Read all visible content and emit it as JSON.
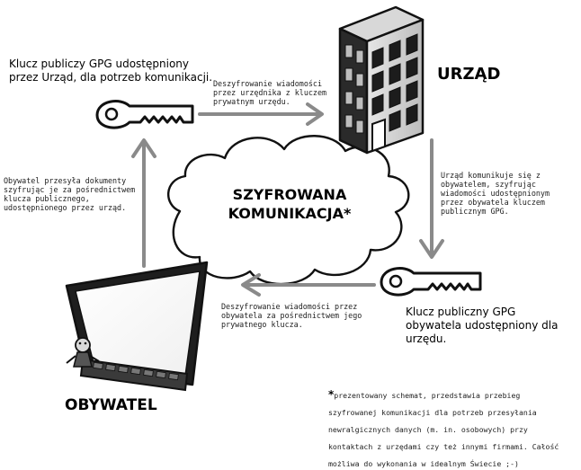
{
  "diagram": {
    "top_left_key_caption": "Klucz publiczy GPG udostępniony przez Urząd, dla potrzeb komunikacji.",
    "urzad_label": "URZĄD",
    "arrow_to_urzad_caption": "Deszyfrowanie wiadomości przez urzędnika z kluczem prywatnym urzędu.",
    "left_caption": "Obywatel przesyła dokumenty szyfrując je za pośrednictwem klucza publicznego, udostępnionego przez urząd.",
    "cloud_label": "SZYFROWANA KOMUNIKACJA*",
    "right_caption": "Urząd komunikuje się z obywatelem, szyfrując wiadomości udostępnionym przez obywatela kluczem publicznym GPG.",
    "bottom_arrow_caption": "Deszyfrowanie wiadomości przez obywatela za pośrednictwem jego prywatnego klucza.",
    "bottom_right_key_caption": "Klucz publiczny GPG obywatela udostępniony dla urzędu.",
    "obywatel_label": "OBYWATEL",
    "footnote_asterisk": "*",
    "footnote": "prezentowany schemat, przedstawia przebieg szyfrowanej komunikacji dla potrzeb przesyłania newralgicznych danych (m. in. osobowych) przy kontaktach z urzędami czy też innymi firmami. Całość możliwa do wykonania w idealnym Świecie ;-)"
  },
  "colors": {
    "outline": "#111111",
    "arrow_gray": "#8a8a8a",
    "building_dark": "#2a2a2a",
    "building_light": "#cfcfcf"
  }
}
